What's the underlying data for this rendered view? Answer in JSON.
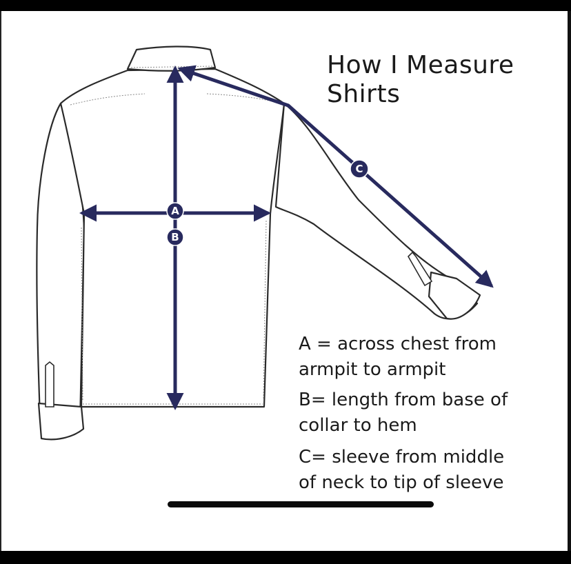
{
  "title_lines": [
    "How I Measure",
    "Shirts"
  ],
  "legend": {
    "a": [
      "A = across chest from",
      "armpit to armpit"
    ],
    "b": [
      "B= length from base of",
      "collar to hem"
    ],
    "c": [
      "C= sleeve from middle",
      "of neck to tip of sleeve"
    ]
  },
  "markers": {
    "a": "A",
    "b": "B",
    "c": "C"
  },
  "colors": {
    "arrow": "#282a5e",
    "outline": "#2a2a2a",
    "text": "#1a1a1a"
  }
}
